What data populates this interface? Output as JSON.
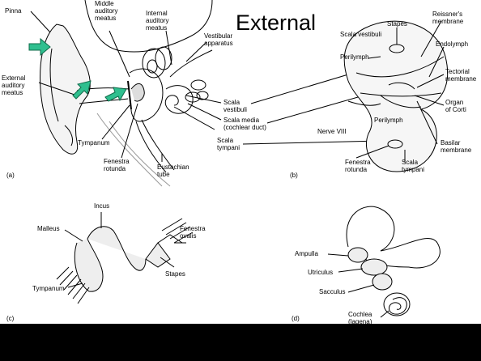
{
  "overlay_title": "External",
  "panels": {
    "a": {
      "letter": "(a)",
      "labels": {
        "pinna": "Pinna",
        "middle_auditory_meatus": "Middle\nauditory\nmeatus",
        "internal_auditory_meatus": "Internal\nauditory\nmeatus",
        "vestibular_apparatus": "Vestibular\napparatus",
        "external_auditory_meatus": "External\nauditory\nmeatus",
        "scala_vestibuli": "Scala\nvestibuli",
        "scala_media": "Scala media\n(cochlear duct)",
        "tympanum": "Tympanum",
        "fenestra_rotunda": "Fenestra\nrotunda",
        "eustachian_tube": "Eustachian\ntube",
        "scala_tympani": "Scala\ntympani"
      }
    },
    "b": {
      "letter": "(b)",
      "labels": {
        "stapes": "Stapes",
        "reissners_membrane": "Reissner's\nmembrane",
        "scala_vestibuli": "Scala vestibuli",
        "endolymph": "Endolymph",
        "perilymph_top": "Perilymph",
        "tectorial_membrane": "Tectorial\nmembrane",
        "organ_of_corti": "Organ\nof Corti",
        "nerve_viii": "Nerve VIII",
        "perilymph_bottom": "Perilymph",
        "basilar_membrane": "Basilar\nmembrane",
        "fenestra_rotunda": "Fenestra\nrotunda",
        "scala_tympani": "Scala\ntympani"
      }
    },
    "c": {
      "letter": "(c)",
      "labels": {
        "incus": "Incus",
        "malleus": "Malleus",
        "fenestra_ovalis": "Fenestra\novalis",
        "tympanum": "Tympanum",
        "stapes": "Stapes"
      }
    },
    "d": {
      "letter": "(d)",
      "labels": {
        "ampulla": "Ampulla",
        "utriculus": "Utriculus",
        "sacculus": "Sacculus",
        "cochlea": "Cochlea\n(lagena)"
      }
    }
  },
  "colors": {
    "arrow_fill": "#2fbf8f",
    "arrow_stroke": "#0f6b4a",
    "line": "#000000",
    "background": "#ffffff",
    "footer": "#000000"
  }
}
